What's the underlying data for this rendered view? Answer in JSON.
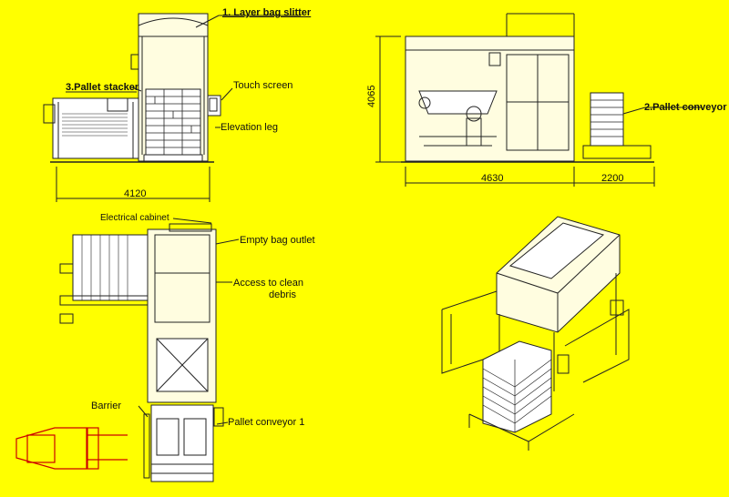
{
  "labels": {
    "layer_bag_slitter": "1. Layer bag slitter",
    "pallet_stacker": "3.Pallet stacker",
    "touch_screen": "Touch screen",
    "elevation_leg": "Elevation leg",
    "pallet_conveyor": "2.Pallet conveyor",
    "electrical_cabinet": "Electrical cabinet",
    "empty_bag_outlet": "Empty bag outlet",
    "access_line1": "Access to clean",
    "access_line2": "debris",
    "barrier": "Barrier",
    "pallet_conveyor_1": "Pallet conveyor 1"
  },
  "dimensions": {
    "front_width": "4120",
    "side_height": "4065",
    "side_width": "4630",
    "conveyor_width": "2200"
  },
  "colors": {
    "background": "#ffff00",
    "line": "#222222",
    "forklift": "#cc0000"
  }
}
